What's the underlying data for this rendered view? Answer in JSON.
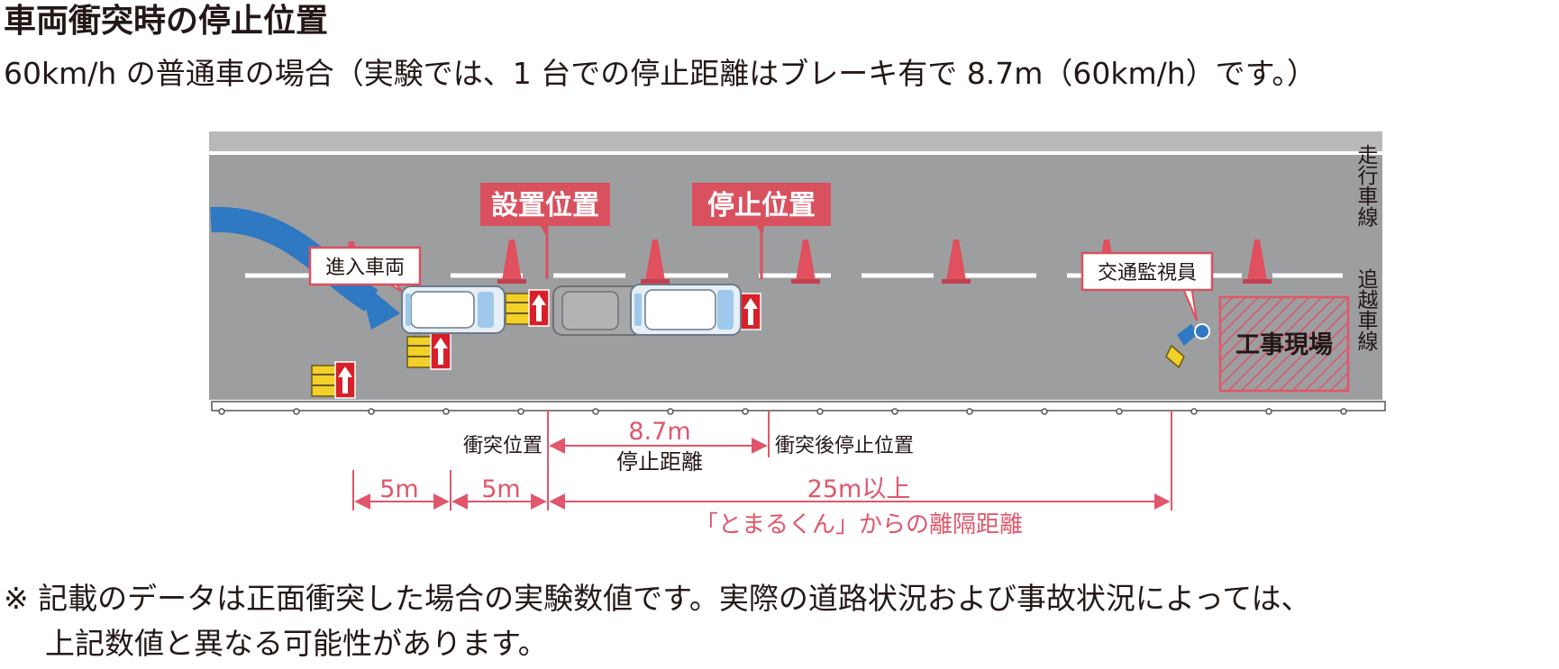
{
  "title": "車両衝突時の停止位置",
  "subtitle": "60km/h の普通車の場合（実験では、1 台での停止距離はブレーキ有で 8.7m（60km/h）です。）",
  "labels": {
    "install_position": "設置位置",
    "stop_position": "停止位置",
    "entering_vehicle": "進入車両",
    "traffic_watcher": "交通監視員",
    "construction_site": "工事現場",
    "driving_lane": "走行車線",
    "passing_lane": "追越車線",
    "collision_position": "衝突位置",
    "post_collision_stop": "衝突後停止位置",
    "distance_87": "8.7m",
    "stop_distance": "停止距離",
    "dist_5m_a": "5m",
    "dist_5m_b": "5m",
    "dist_25m": "25m以上",
    "separation": "「とまるくん」からの離隔距離"
  },
  "colors": {
    "road": "#9d9ea0",
    "accent_red": "#d9515f",
    "arrow_blue": "#2f78c2",
    "dim_red": "#e0566a",
    "cone_red": "#e0505e",
    "barrier_yellow": "#f3d02a"
  },
  "note": {
    "line1": "※ 記載のデータは正面衝突した場合の実験数値です。実際の道路状況および事故状況によっては、",
    "line2": "上記数値と異なる可能性があります。"
  }
}
